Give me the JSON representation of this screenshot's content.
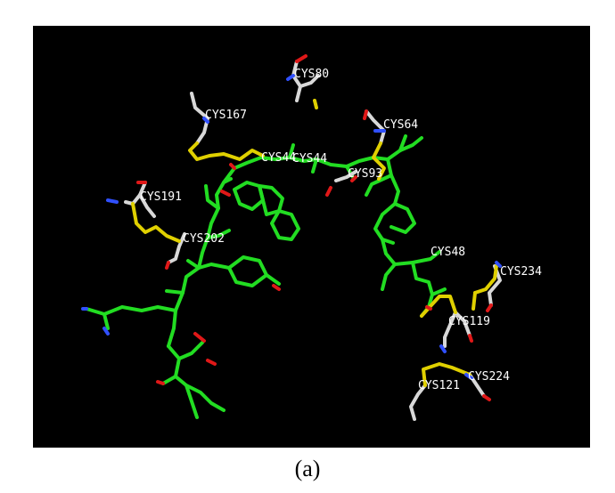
{
  "caption": "(a)",
  "colors": {
    "background": "#000000",
    "backbone": "#22dd22",
    "sulfur": "#e0d000",
    "carbon_white": "#d8d8d8",
    "oxygen": "#e01818",
    "nitrogen": "#3050ff"
  },
  "labels": {
    "cys80": "CYS80",
    "cys167": "CYS167",
    "cys64": "CYS64",
    "cys44a": "CYS44",
    "cys44b": "CYS44",
    "cys93": "CYS93",
    "cys191": "CYS191",
    "cys202": "CYS202",
    "cys48": "CYS48",
    "cys234": "CYS234",
    "cys119": "CYS119",
    "cys224": "CYS224",
    "cys121": "CYS121"
  }
}
